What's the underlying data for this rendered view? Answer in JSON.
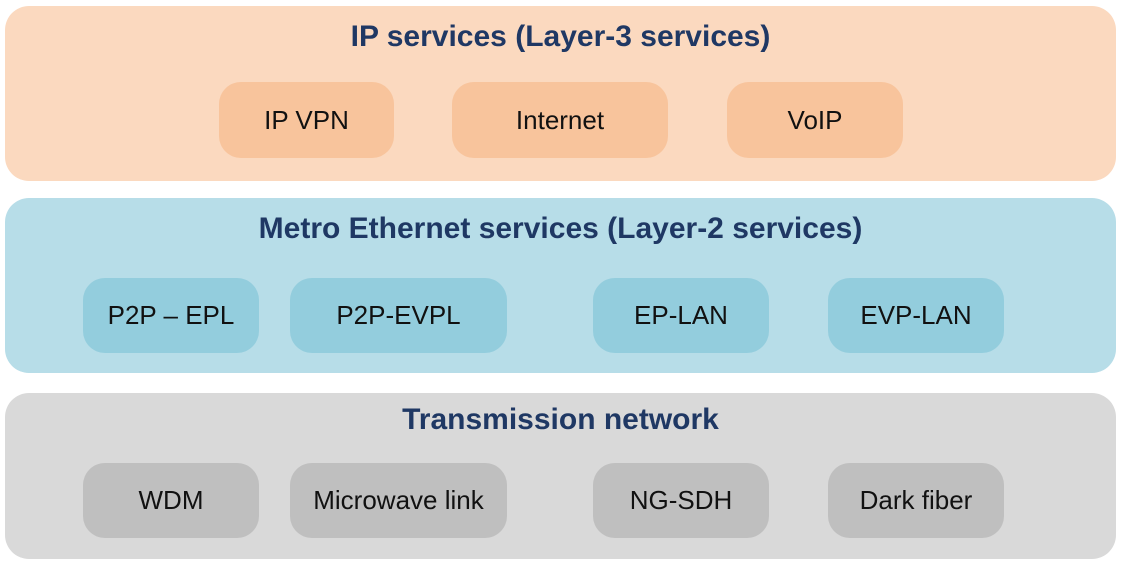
{
  "diagram": {
    "layers": [
      {
        "title": "IP services (Layer-3 services)",
        "color": "#fbd9bf",
        "box_color": "#f8c49c",
        "items": [
          "IP VPN",
          "Internet",
          "VoIP"
        ]
      },
      {
        "title": "Metro Ethernet services (Layer-2 services)",
        "color": "#b7dde8",
        "box_color": "#93cddd",
        "items": [
          "P2P – EPL",
          "P2P-EVPL",
          "EP-LAN",
          "EVP-LAN"
        ]
      },
      {
        "title": "Transmission network",
        "color": "#d9d9d9",
        "box_color": "#bfbfbf",
        "items": [
          "WDM",
          "Microwave link",
          "NG-SDH",
          "Dark fiber"
        ]
      }
    ],
    "title_color": "#1f3864"
  }
}
